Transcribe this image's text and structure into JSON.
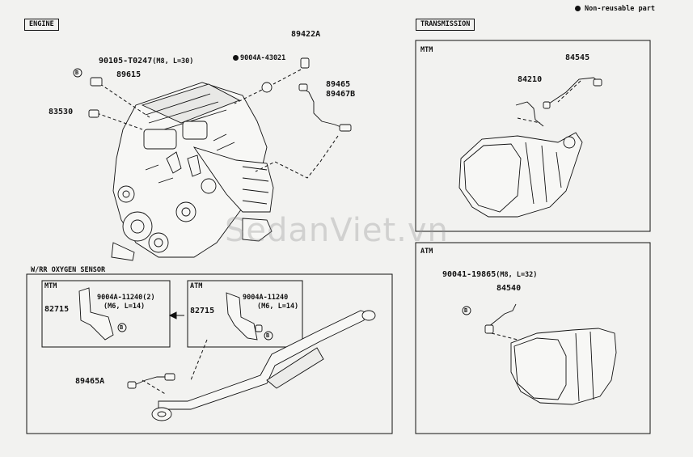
{
  "legend": {
    "text": "Non-reusable part"
  },
  "sections": {
    "engine": "ENGINE",
    "transmission": "TRANSMISSION",
    "wrr_oxygen": "W/RR OXYGEN SENSOR",
    "mtm_top": "MTM",
    "atm_bottom": "ATM",
    "inner_mtm": "MTM",
    "inner_atm": "ATM"
  },
  "parts": {
    "p90105": "90105-T0247",
    "p90105_spec": "(M8, L=30)",
    "p89615": "89615",
    "p83530": "83530",
    "p89422A": "89422A",
    "p9004A_43021": "9004A-43021",
    "p89465": "89465",
    "p89467B": "89467B",
    "p84545": "84545",
    "p84210": "84210",
    "p90041": "90041-19865",
    "p90041_spec": "(M8, L=32)",
    "p84540": "84540",
    "p82715_mtm": "82715",
    "p9004A_11240_mtm": "9004A-11240(2)",
    "p9004A_11240_mtm_spec": "(M6, L=14)",
    "p82715_atm": "82715",
    "p9004A_11240_atm": "9004A-11240",
    "p9004A_11240_atm_spec": "(M6, L=14)",
    "p89465A": "89465A"
  },
  "markers": {
    "b": "B"
  },
  "watermark": "SedanViet.vn"
}
